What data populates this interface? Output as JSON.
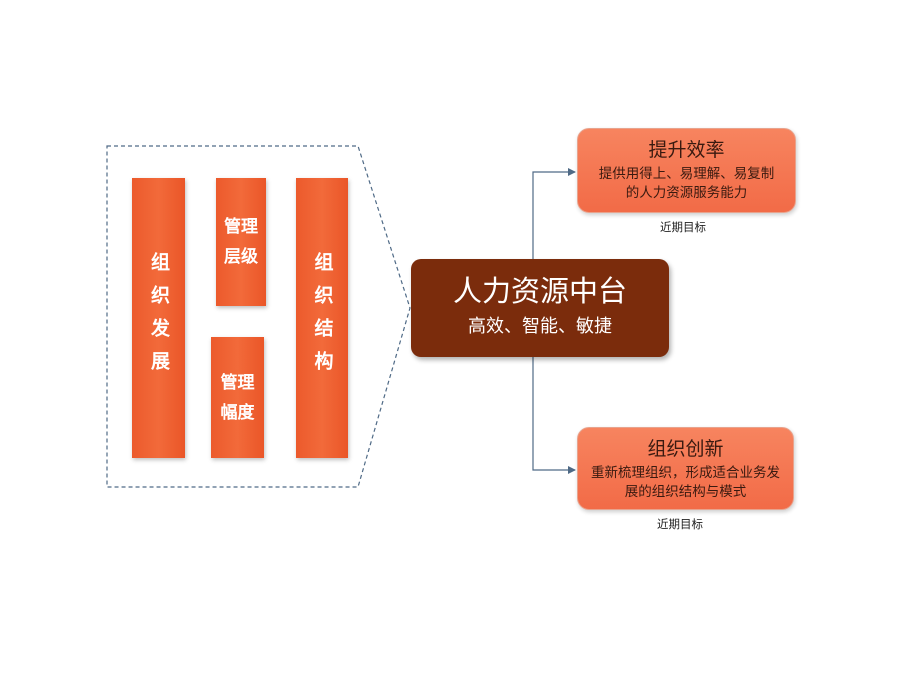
{
  "left_panel": {
    "col1": "组织发展",
    "col2_top": "管理层级",
    "col2_bottom": "管理幅度",
    "col3": "组织结构"
  },
  "hub": {
    "title": "人力资源中台",
    "subtitle": "高效、智能、敏捷"
  },
  "goals": [
    {
      "title": "提升效率",
      "desc": "提供用得上、易理解、易复制的人力资源服务能力",
      "tag": "近期目标"
    },
    {
      "title": "组织创新",
      "desc": "重新梳理组织，形成适合业务发展的组织结构与模式",
      "tag": "近期目标"
    }
  ],
  "colors": {
    "bar_orange": "#ef6232",
    "hub_brown": "#7b2c0c",
    "goal_coral": "#f47552",
    "connector_blue": "#4f6a86"
  }
}
